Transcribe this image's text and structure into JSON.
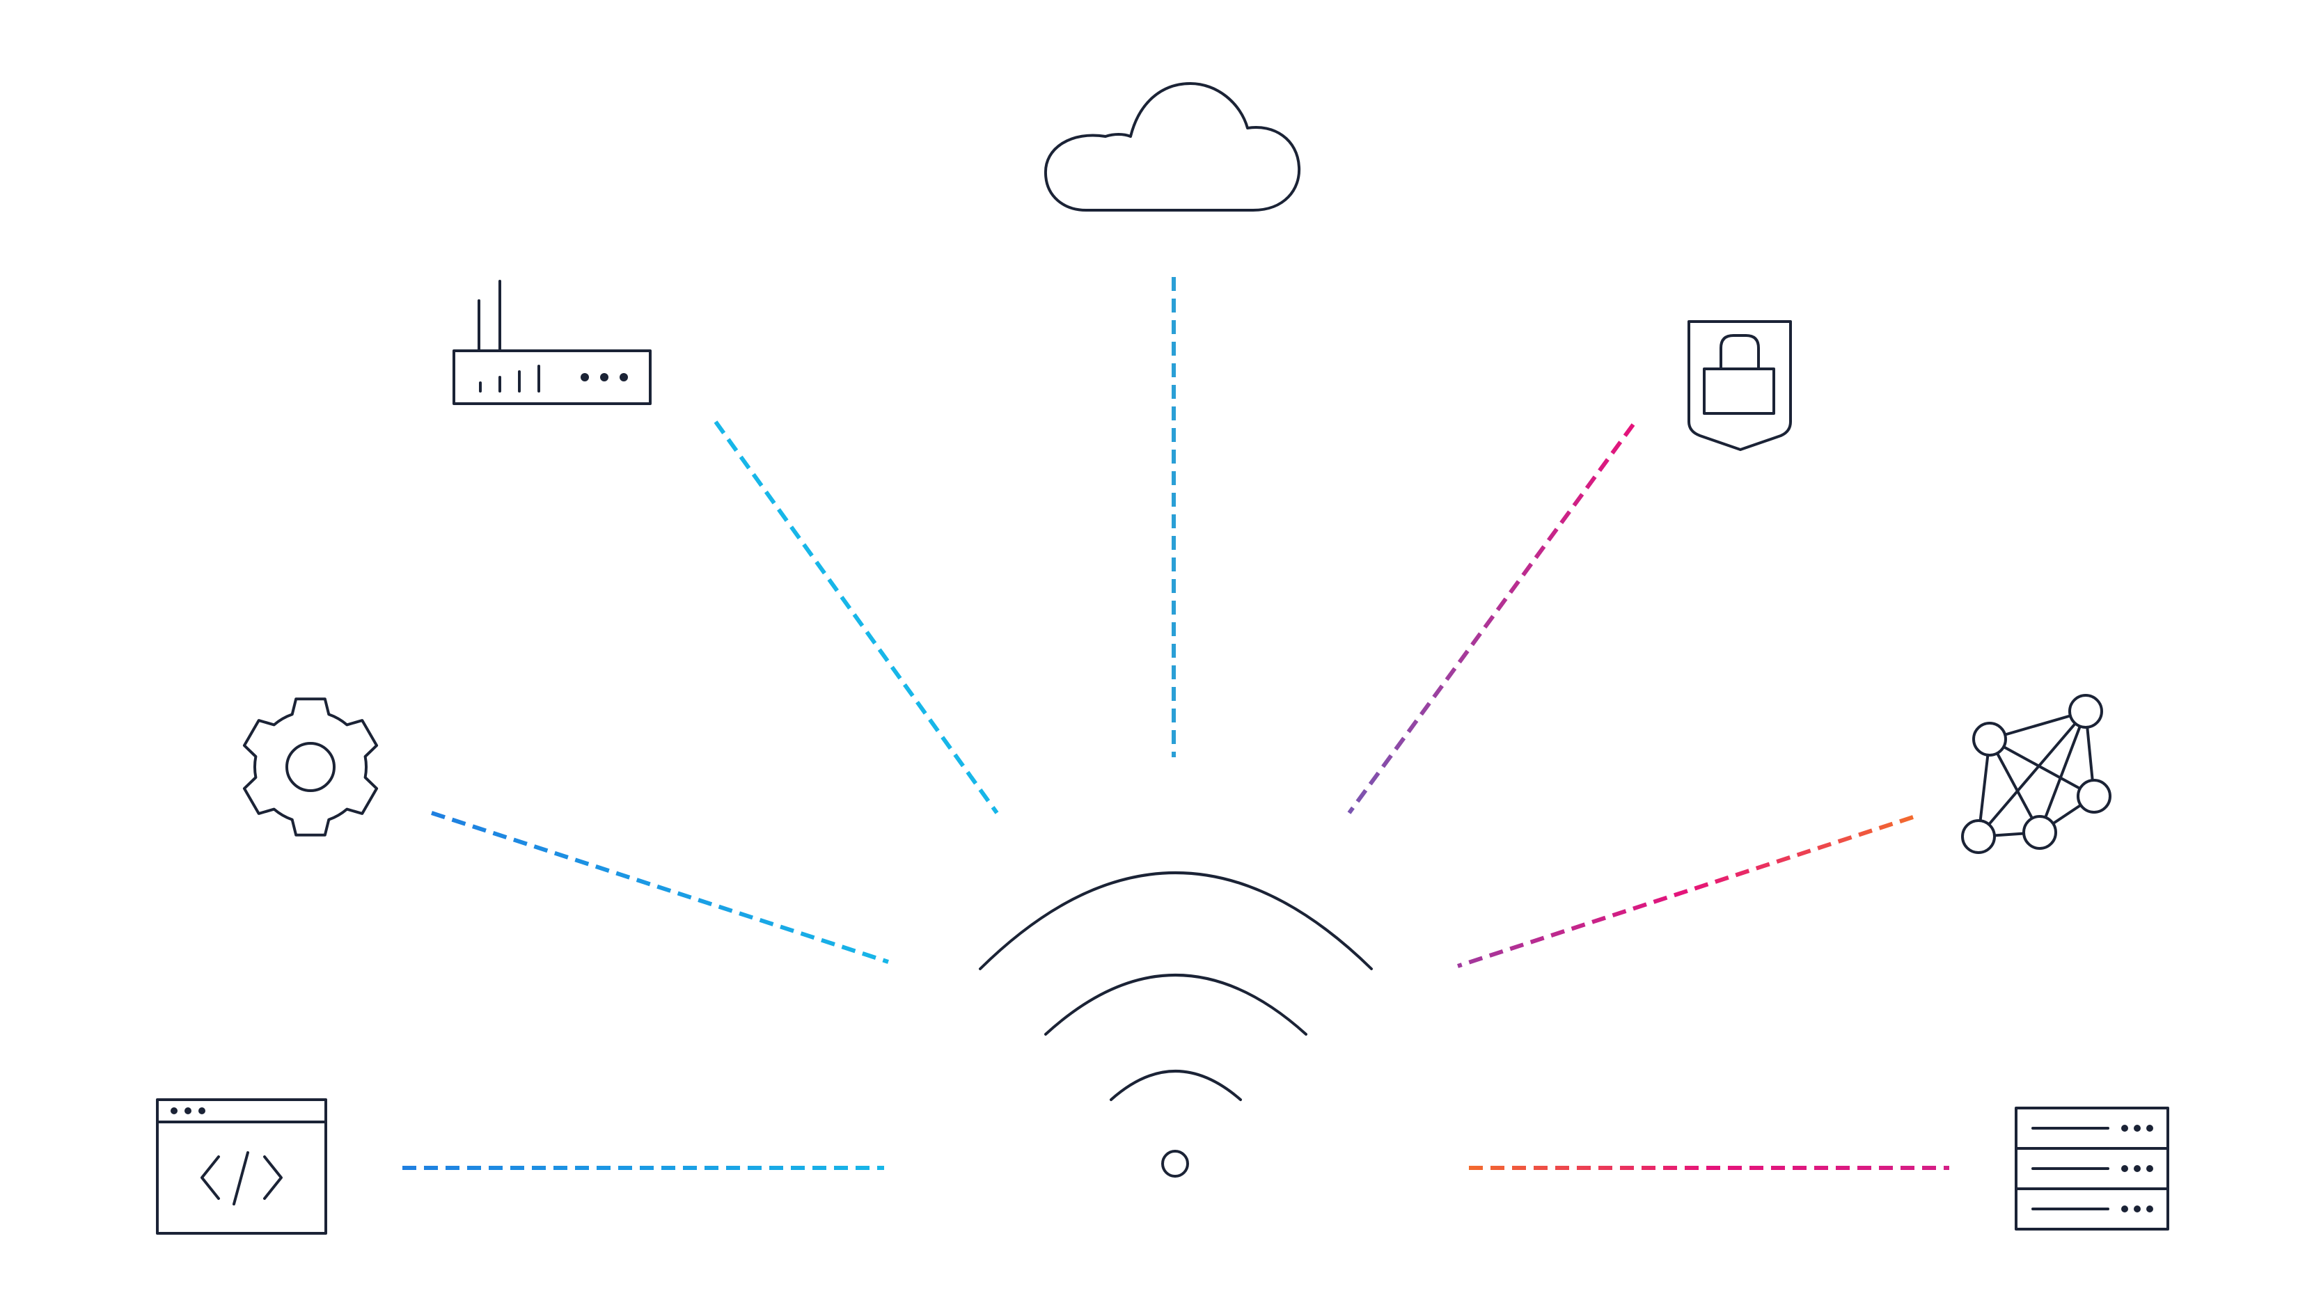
{
  "diagram": {
    "background": "#ffffff",
    "line_color": "#1b2336",
    "hub": {
      "icon": "wifi-icon"
    },
    "nodes": [
      {
        "id": "cloud",
        "icon": "cloud-icon",
        "link_colors": [
          "#2a9fd6",
          "#2a9fd6"
        ]
      },
      {
        "id": "router",
        "icon": "router-icon",
        "link_colors": [
          "#17b6e8",
          "#17b6e8"
        ]
      },
      {
        "id": "security",
        "icon": "shield-lock-icon",
        "link_colors": [
          "#e5137a",
          "#7a55b0"
        ]
      },
      {
        "id": "settings",
        "icon": "gear-icon",
        "link_colors": [
          "#1f7fe0",
          "#17b6e8"
        ]
      },
      {
        "id": "network",
        "icon": "network-graph-icon",
        "link_colors": [
          "#f26a2e",
          "#e5137a",
          "#a0399d"
        ]
      },
      {
        "id": "code",
        "icon": "code-window-icon",
        "link_colors": [
          "#1f7fe0",
          "#17b6e8"
        ]
      },
      {
        "id": "server",
        "icon": "server-rack-icon",
        "link_colors": [
          "#f26a2e",
          "#e5137a",
          "#d41e86"
        ]
      }
    ]
  }
}
